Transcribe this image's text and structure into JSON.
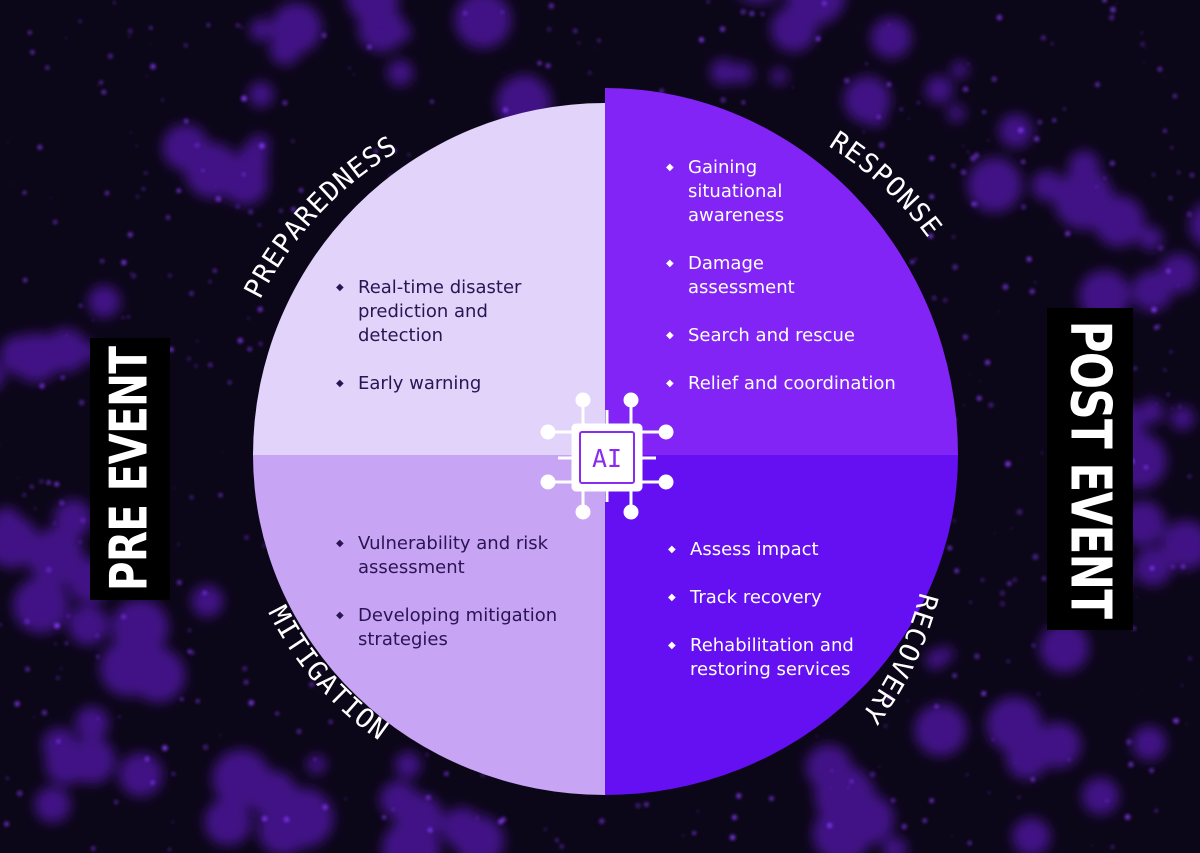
{
  "left_label": "PRE EVENT",
  "right_label": "POST EVENT",
  "center_chip": "AI",
  "phases": {
    "preparedness": {
      "title": "PREPAREDNESS",
      "items": [
        "Real-time disaster prediction and detection",
        "Early warning"
      ]
    },
    "response": {
      "title": "RESPONSE",
      "items": [
        "Gaining situational awareness",
        "Damage assessment",
        "Search and rescue",
        "Relief and coordination"
      ]
    },
    "mitigation": {
      "title": "MITIGATION",
      "items": [
        "Vulnerability and risk assessment",
        "Developing mitigation strategies"
      ]
    },
    "recovery": {
      "title": "RECOVERY",
      "items": [
        "Assess impact",
        "Track recovery",
        "Rehabilitation and restoring services"
      ]
    }
  },
  "colors": {
    "background": "#0c0718",
    "city_lights": "#7a22ff",
    "preparedness": "#e2d3fa",
    "response": "#8224f5",
    "mitigation": "#c7a4f4",
    "recovery": "#6410f2",
    "chip_outline": "#ffffff",
    "chip_text": "#8a2cf0"
  }
}
